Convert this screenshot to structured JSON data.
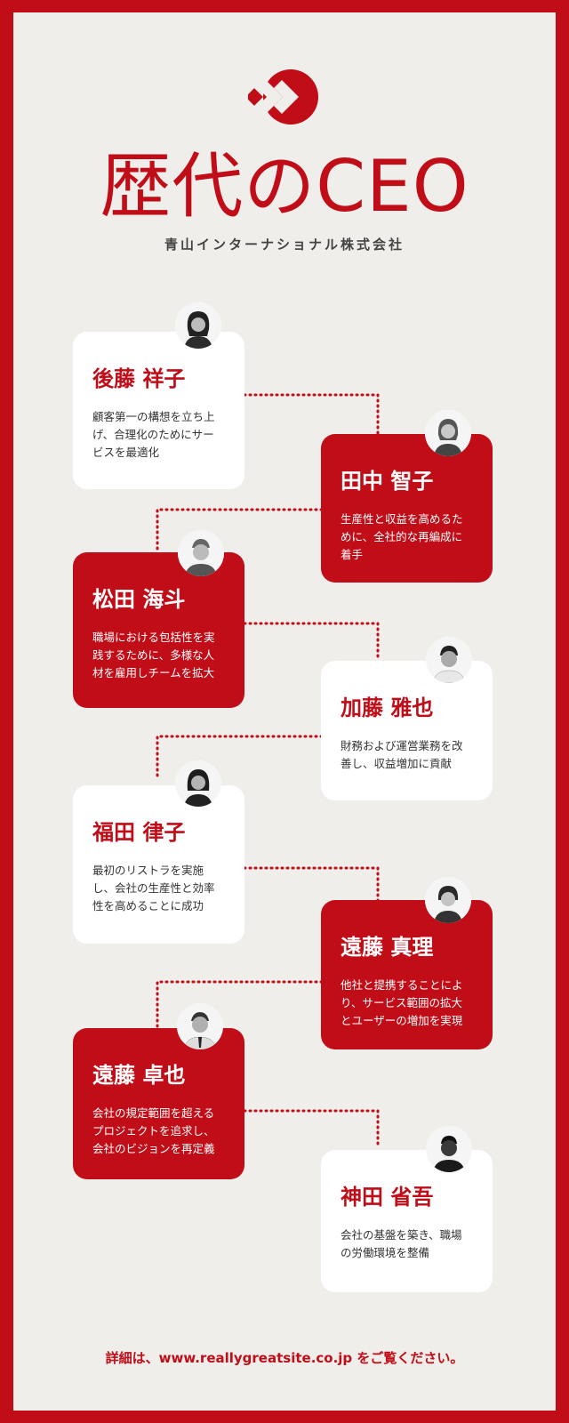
{
  "header": {
    "title": "歴代のCEO",
    "company": "青山インターナショナル株式会社"
  },
  "ceos": [
    {
      "name": "後藤 祥子",
      "description": "顧客第一の構想を立ち上げ、合理化のためにサービスを最適化",
      "style": "white"
    },
    {
      "name": "田中 智子",
      "description": "生産性と収益を高めるために、全社的な再編成に着手",
      "style": "red"
    },
    {
      "name": "松田 海斗",
      "description": "職場における包括性を実践するために、多様な人材を雇用しチームを拡大",
      "style": "red"
    },
    {
      "name": "加藤 雅也",
      "description": "財務および運営業務を改善し、収益増加に貢献",
      "style": "white"
    },
    {
      "name": "福田 律子",
      "description": "最初のリストラを実施し、会社の生産性と効率性を高めることに成功",
      "style": "white"
    },
    {
      "name": "遠藤 真理",
      "description": "他社と提携することにより、サービス範囲の拡大とユーザーの増加を実現",
      "style": "red"
    },
    {
      "name": "遠藤 卓也",
      "description": "会社の規定範囲を超えるプロジェクトを追求し、会社のビジョンを再定義",
      "style": "red"
    },
    {
      "name": "神田 省吾",
      "description": "会社の基盤を築き、職場の労働環境を整備",
      "style": "white"
    }
  ],
  "footer": {
    "text": "詳細は、www.reallygreatsite.co.jp をご覧ください。"
  },
  "colors": {
    "accent": "#c00d18",
    "background": "#efeeea",
    "card_white": "#ffffff"
  }
}
